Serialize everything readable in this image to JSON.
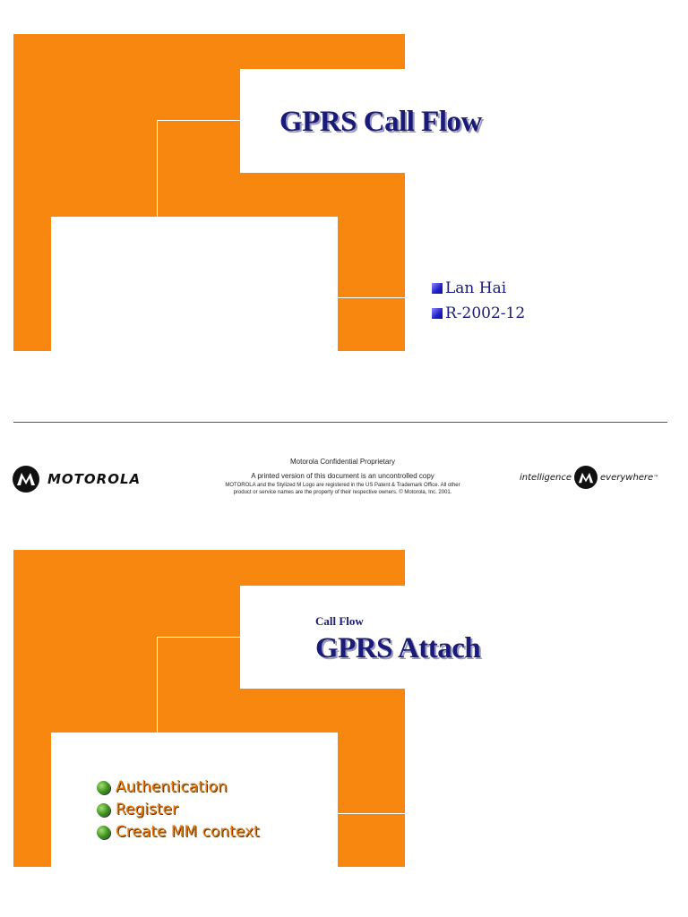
{
  "slide1": {
    "title": "GPRS Call Flow",
    "author_lines": [
      "Lan Hai",
      "R-2002-12"
    ]
  },
  "footer": {
    "brand": "MOTOROLA",
    "line1": "Motorola Confidential Proprietary",
    "line2": "A printed version of this document is an uncontrolled copy",
    "line3": "MOTOROLA and the Stylized M Logo are registered in the US Patent & Trademark Office. All other",
    "line4": "product or service names are the property of their respective owners. © Motorola, Inc. 2001.",
    "tagline_left": "intelligence",
    "tagline_right": "everywhere",
    "tagline_mark": "™"
  },
  "slide2": {
    "subtitle": "Call Flow",
    "title": "GPRS Attach",
    "points": [
      "Authentication",
      "Register",
      "Create MM context"
    ]
  },
  "colors": {
    "accent_orange": "#f7870f",
    "title_navy": "#1a1a78",
    "bullet_text_orange": "#e8790a"
  }
}
